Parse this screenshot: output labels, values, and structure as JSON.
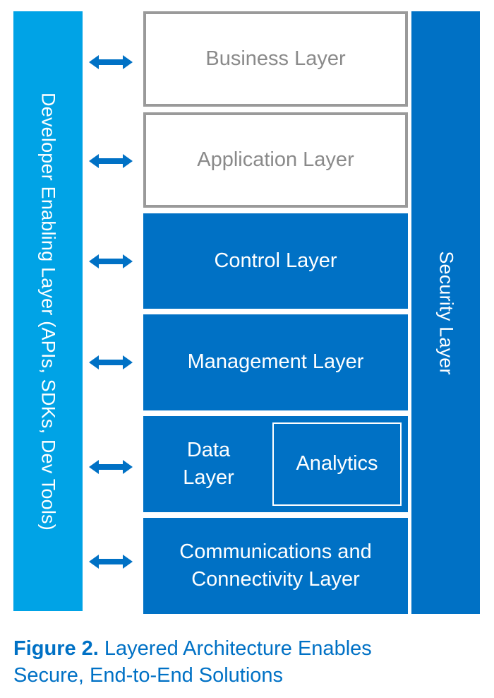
{
  "left_bar": {
    "label": "Developer Enabling Layer (APIs, SDKs, Dev Tools)"
  },
  "right_bar": {
    "label": "Security Layer"
  },
  "layers": {
    "business": "Business Layer",
    "application": "Application Layer",
    "control": "Control Layer",
    "management": "Management Layer",
    "data": {
      "line1": "Data",
      "line2": "Layer",
      "analytics": "Analytics"
    },
    "communications": {
      "line1": "Communications and",
      "line2": "Connectivity Layer"
    }
  },
  "caption": {
    "figure_label": "Figure 2.",
    "line1": "Layered Architecture Enables",
    "line2": "Secure, End-to-End Solutions"
  },
  "colors": {
    "developer_bar": "#00a3e6",
    "primary_blue": "#0071c5",
    "outline_gray": "#9a9a9a"
  },
  "icons": [
    "double-arrow-icon"
  ]
}
